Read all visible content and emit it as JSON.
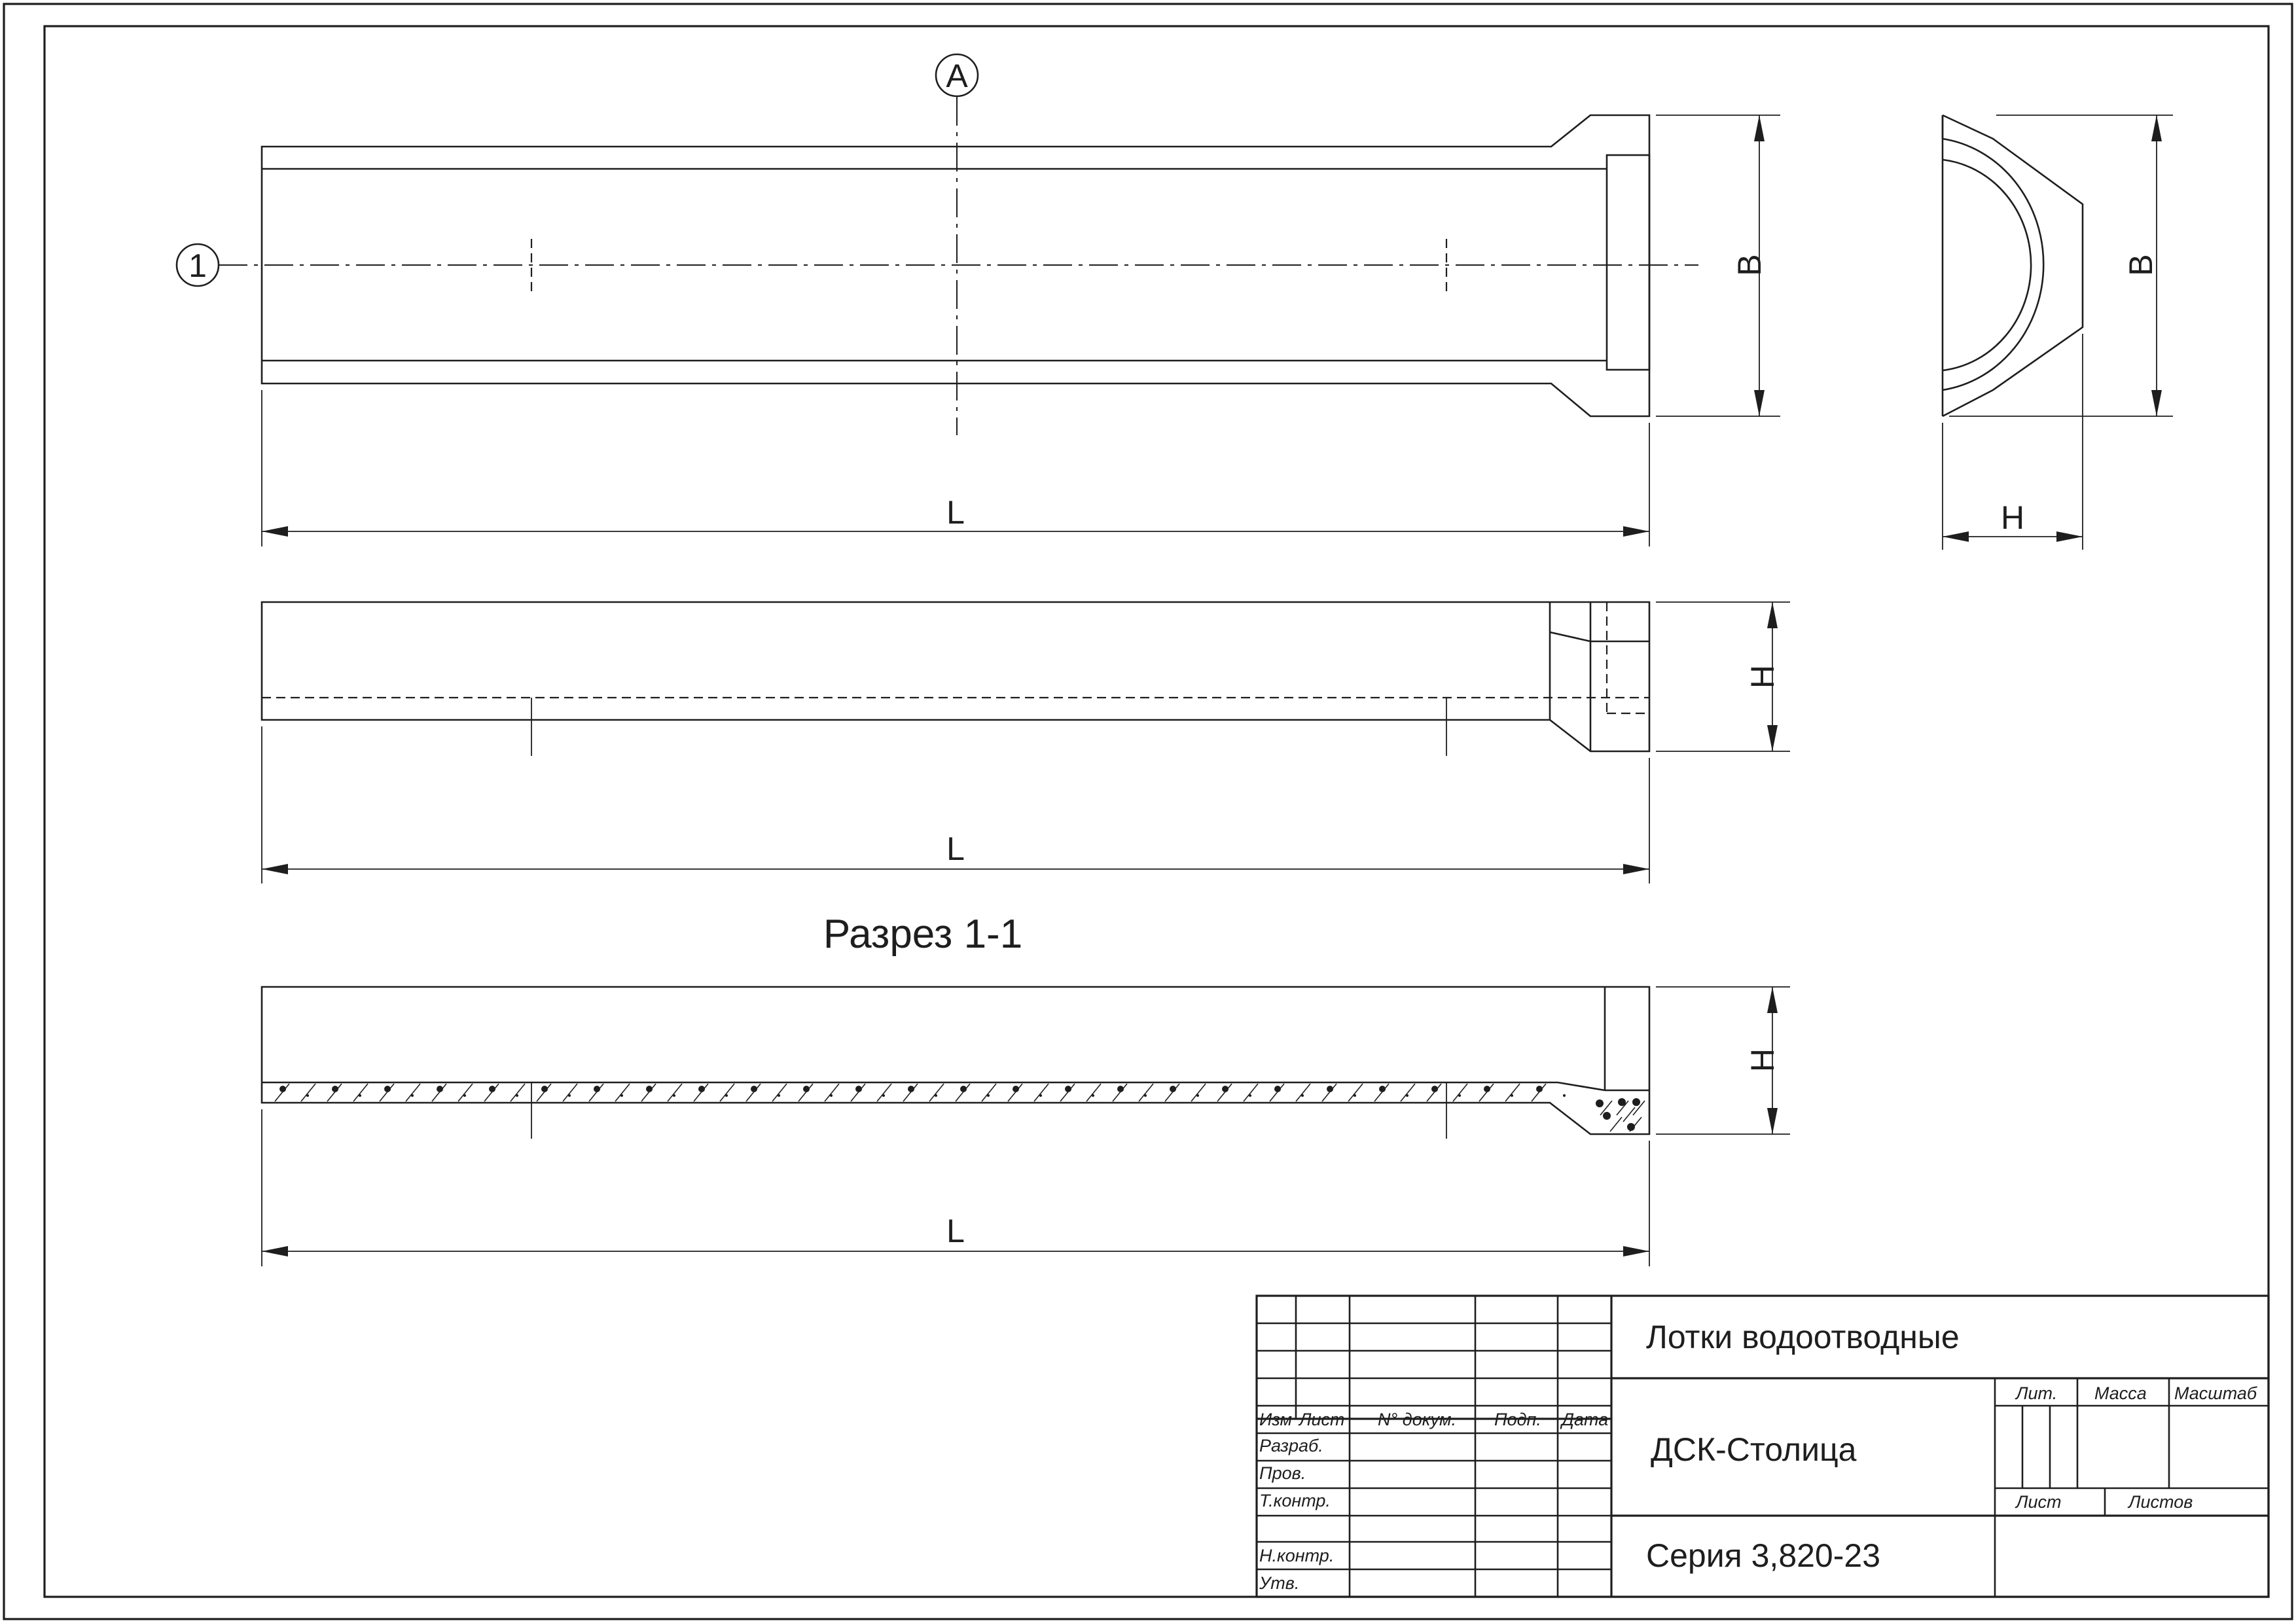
{
  "drawing": {
    "axis_a": "A",
    "axis_1": "1",
    "dim_b": "B",
    "dim_l": "L",
    "dim_h": "H",
    "section_title": "Разрез 1-1"
  },
  "title_block": {
    "name": "Лотки водоотводные",
    "organization": "ДСК-Столица",
    "series": "Серия 3,820-23",
    "columns": {
      "izm": "Изм",
      "list": "Лист",
      "doc_no": "N° докум.",
      "sign": "Подп.",
      "date": "Дата"
    },
    "rows": {
      "razrab": "Разраб.",
      "prov": "Пров.",
      "tkontr": "Т.контр.",
      "nkontr": "Н.контр.",
      "utv": "Утв."
    },
    "cells": {
      "lit": "Лит.",
      "massa": "Масса",
      "masshtab": "Масштаб",
      "list": "Лист",
      "listov": "Листов"
    }
  }
}
